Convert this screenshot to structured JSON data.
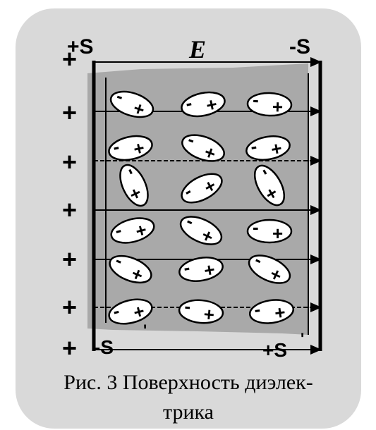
{
  "colors": {
    "panel": "#d9d9d9",
    "dielectric": "#a9a9a9",
    "ink": "#000000",
    "molecule_fill": "#ffffff"
  },
  "labels": {
    "left_plate": "+S",
    "right_plate": "-S",
    "field": "E",
    "bottom_left": "-S",
    "bottom_left_mark": "'",
    "bottom_right": "+S",
    "bottom_right_mark": "'"
  },
  "plate_signs": {
    "left": "+",
    "molecule_negative": "-",
    "molecule_positive": "+"
  },
  "caption": "Рис. 3 Поверхность диэлек-\nтрика"
}
